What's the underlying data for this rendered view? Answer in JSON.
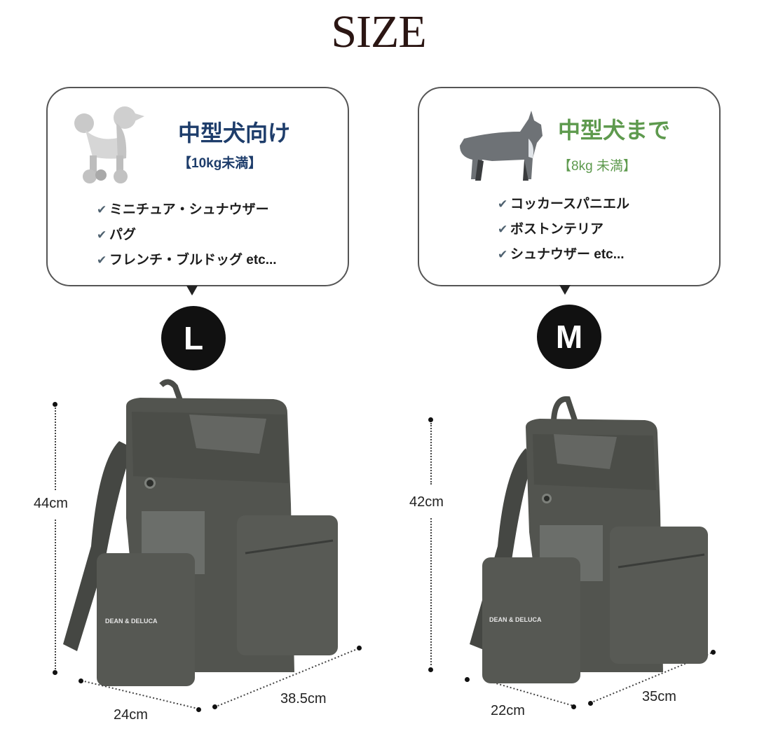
{
  "title": "SIZE",
  "sizes": [
    {
      "size_label": "L",
      "headline": "中型犬向け",
      "headline_color": "#1e3d6b",
      "weight": "【10kg未満】",
      "dog_icon": "poodle-icon",
      "breeds": [
        "ミニチュア・シュナウザー",
        "パグ",
        "フレンチ・ブルドッグ etc..."
      ],
      "height": "44cm",
      "depth": "24cm",
      "width": "38.5cm",
      "brand": "DEAN & DELUCA"
    },
    {
      "size_label": "M",
      "headline": "中型犬まで",
      "headline_color": "#5e9a4e",
      "weight": "【8kg 未満】",
      "dog_icon": "french-bulldog-icon",
      "breeds": [
        "コッカースパニエル",
        "ボストンテリア",
        "シュナウザー etc..."
      ],
      "height": "42cm",
      "depth": "22cm",
      "width": "35cm",
      "brand": "DEAN & DELUCA"
    }
  ],
  "check_icon": "✔",
  "colors": {
    "bag": "#4f514c",
    "bag_dark": "#3d3f3b",
    "mesh": "#6b6e6a"
  }
}
